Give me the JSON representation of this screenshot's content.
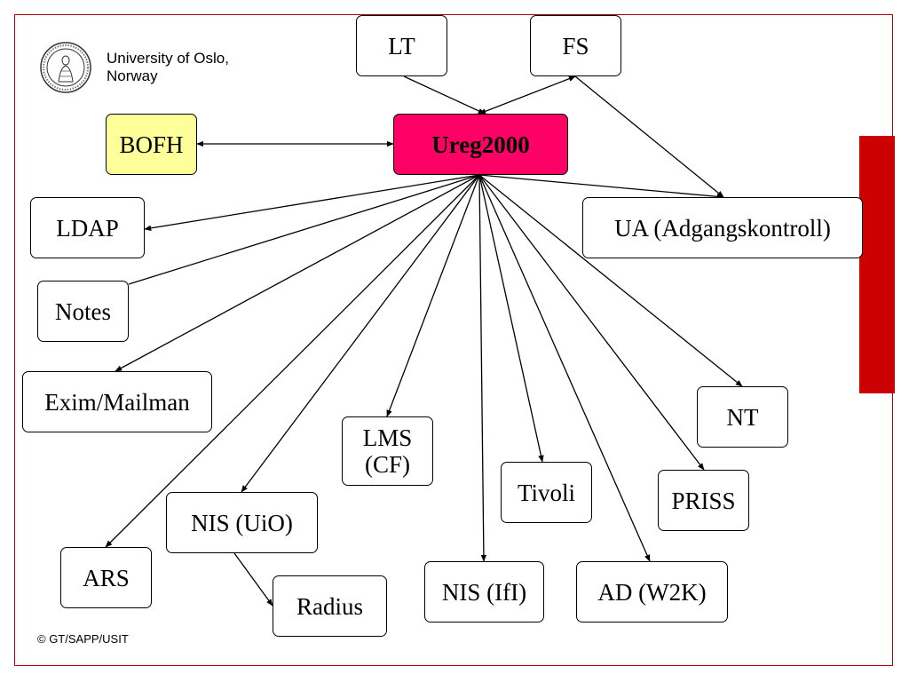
{
  "header": {
    "institution": "University of Oslo, Norway"
  },
  "footer": {
    "copyright": "© GT/SAPP/USIT"
  },
  "colors": {
    "hub": "#ff0066",
    "bofh": "#ffff99",
    "accent": "#cc0000"
  },
  "nodes": {
    "lt": "LT",
    "fs": "FS",
    "ureg": "Ureg2000",
    "bofh": "BOFH",
    "ldap": "LDAP",
    "ua": "UA (Adgangskontroll)",
    "notes": "Notes",
    "exim": "Exim/Mailman",
    "nt": "NT",
    "lms": "LMS\n(CF)",
    "tivoli": "Tivoli",
    "priss": "PRISS",
    "nis_uio": "NIS (UiO)",
    "ars": "ARS",
    "radius": "Radius",
    "nis_ifi": "NIS (IfI)",
    "ad": "AD (W2K)"
  },
  "edges": [
    {
      "from": "lt",
      "to": "ureg",
      "type": "one-way"
    },
    {
      "from": "fs",
      "to": "ureg",
      "type": "two-way"
    },
    {
      "from": "fs",
      "to": "ua",
      "type": "one-way"
    },
    {
      "from": "bofh",
      "to": "ureg",
      "type": "two-way"
    },
    {
      "from": "ureg",
      "to": "ldap",
      "type": "one-way"
    },
    {
      "from": "ureg",
      "to": "ua",
      "type": "one-way"
    },
    {
      "from": "ureg",
      "to": "notes",
      "type": "none"
    },
    {
      "from": "ureg",
      "to": "exim",
      "type": "one-way"
    },
    {
      "from": "ureg",
      "to": "nt",
      "type": "one-way"
    },
    {
      "from": "ureg",
      "to": "lms",
      "type": "one-way"
    },
    {
      "from": "ureg",
      "to": "tivoli",
      "type": "one-way"
    },
    {
      "from": "ureg",
      "to": "priss",
      "type": "one-way"
    },
    {
      "from": "ureg",
      "to": "nis_uio",
      "type": "one-way"
    },
    {
      "from": "ureg",
      "to": "ars",
      "type": "one-way"
    },
    {
      "from": "ureg",
      "to": "nis_ifi",
      "type": "one-way"
    },
    {
      "from": "ureg",
      "to": "ad",
      "type": "one-way"
    },
    {
      "from": "nis_uio",
      "to": "radius",
      "type": "one-way"
    }
  ]
}
